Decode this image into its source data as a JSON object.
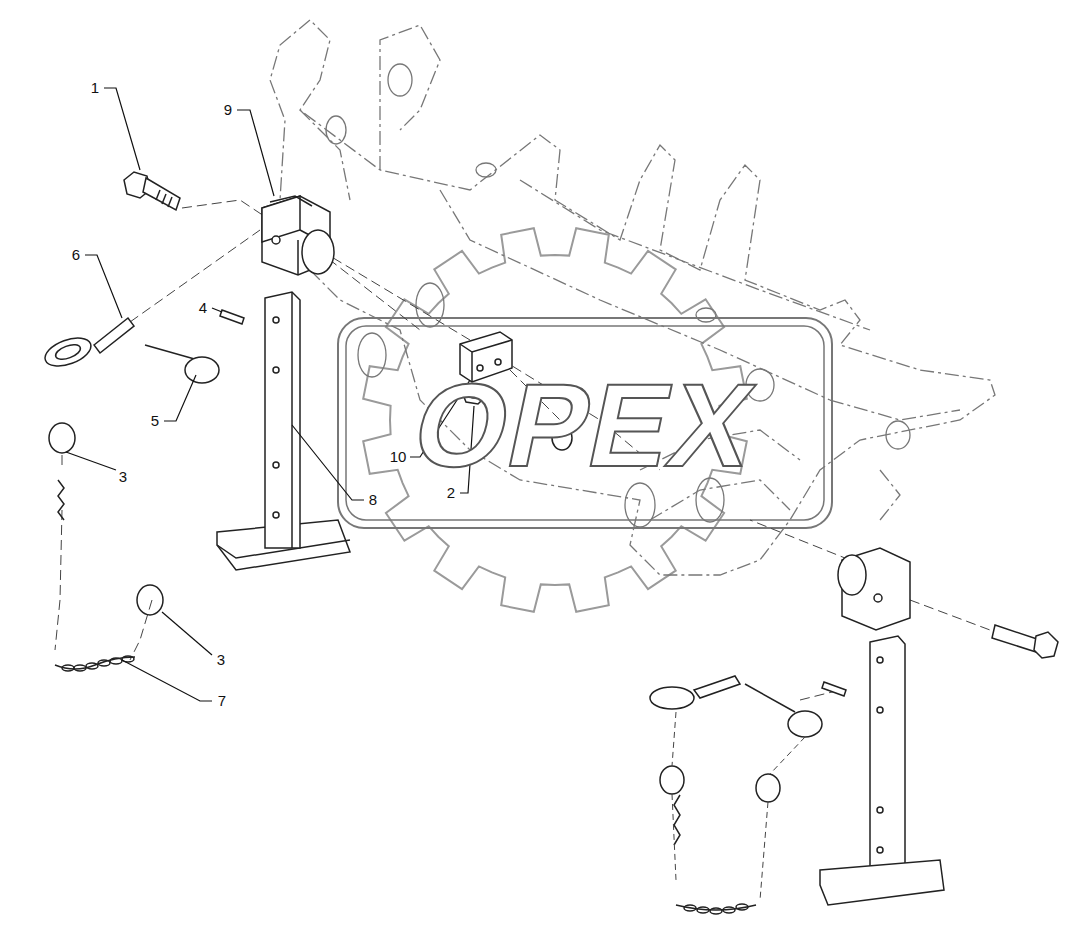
{
  "diagram": {
    "labels": [
      "1",
      "9",
      "6",
      "4",
      "5",
      "3",
      "10",
      "2",
      "8",
      "3",
      "7",
      "OPEX"
    ]
  }
}
